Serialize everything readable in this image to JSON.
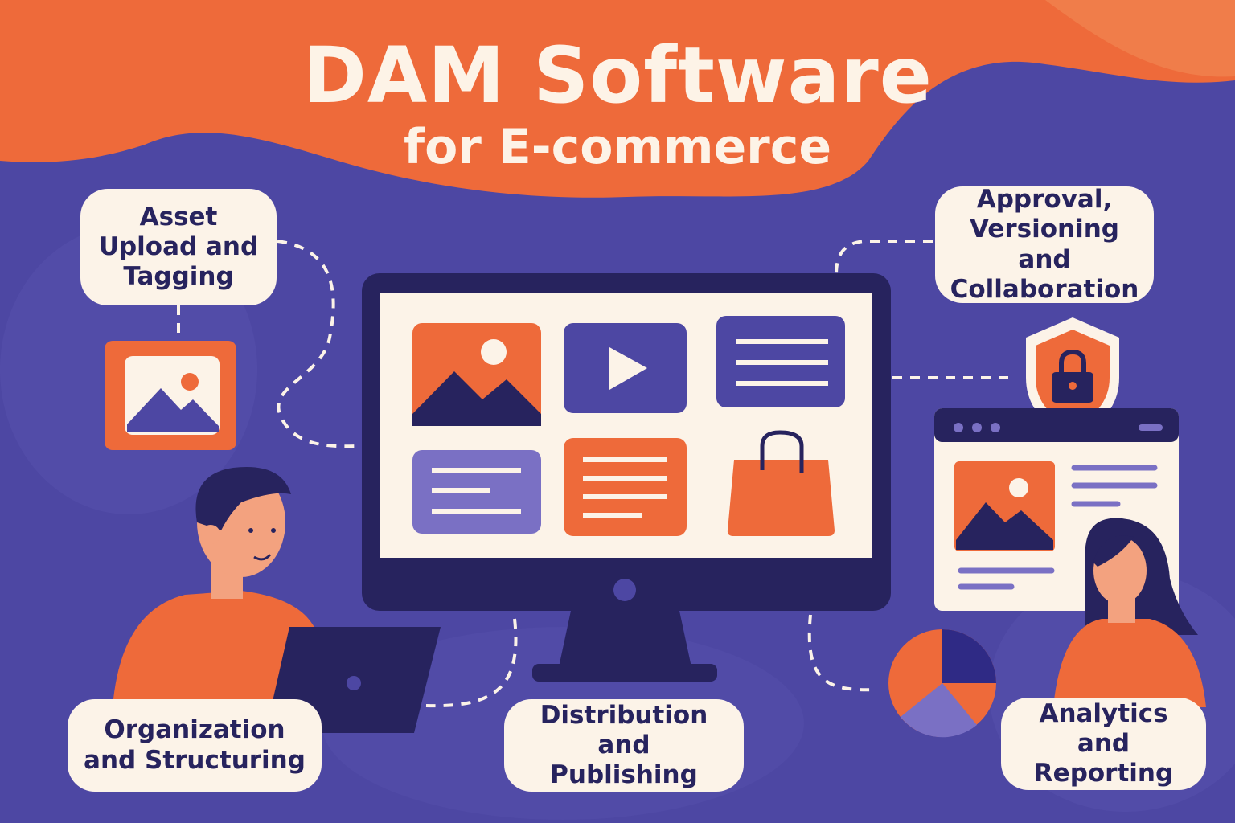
{
  "title": {
    "line1": "DAM Software",
    "line2": "for E-commerce"
  },
  "features": [
    {
      "label": "Asset Upload and Tagging",
      "icon": "image-icon"
    },
    {
      "label": "Approval, Versioning and Collaboration",
      "icon": "shield-lock-icon"
    },
    {
      "label": "Organization and Structuring",
      "icon": "laptop-icon"
    },
    {
      "label": "Distribution and Publishing",
      "icon": "monitor-icon"
    },
    {
      "label": "Analytics and Reporting",
      "icon": "pie-chart-icon"
    }
  ],
  "colors": {
    "orange": "#ee6a3a",
    "purple": "#4d47a3",
    "navy": "#27235e",
    "cream": "#fcf3e8",
    "lavender": "#7a70c4"
  }
}
